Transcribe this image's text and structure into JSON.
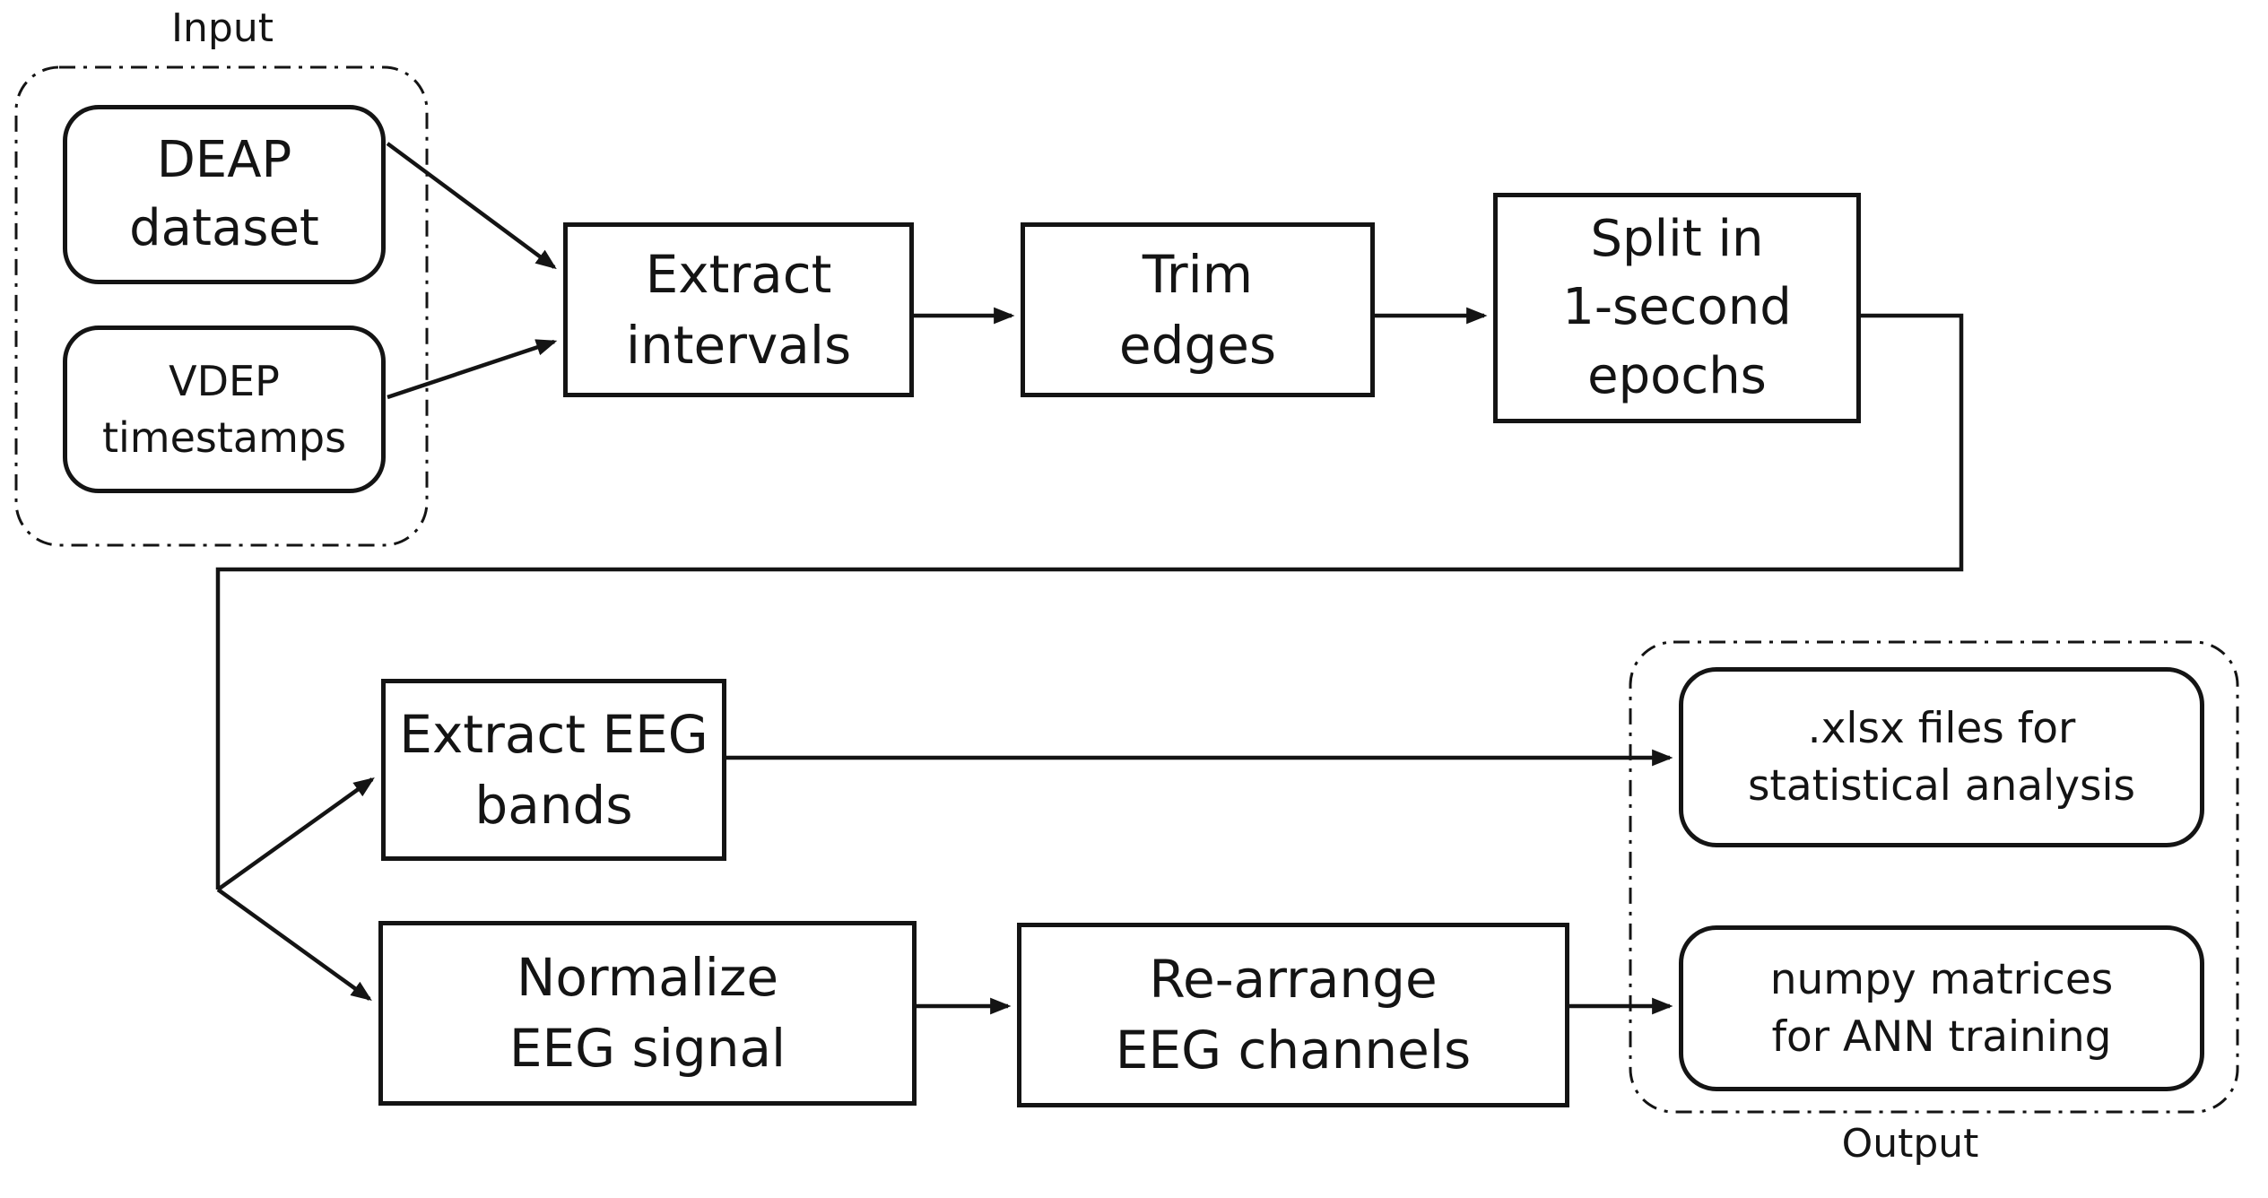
{
  "diagram": {
    "title": "EEG preprocessing pipeline flowchart",
    "background_color": "#ffffff",
    "line_color": "#141414",
    "groups": {
      "input": {
        "label": "Input"
      },
      "output": {
        "label": "Output"
      }
    },
    "nodes": {
      "deap": {
        "label": "DEAP\ndataset"
      },
      "vdep": {
        "label": "VDEP\ntimestamps"
      },
      "extract_intervals": {
        "label": "Extract\nintervals"
      },
      "trim_edges": {
        "label": "Trim\nedges"
      },
      "split_epochs": {
        "label": "Split in\n1-second\nepochs"
      },
      "extract_bands": {
        "label": "Extract EEG\nbands"
      },
      "normalize": {
        "label": "Normalize\nEEG signal"
      },
      "rearrange": {
        "label": "Re-arrange\nEEG channels"
      },
      "xlsx_files": {
        "label": ".xlsx files for\nstatistical analysis"
      },
      "numpy_matrices": {
        "label": "numpy matrices\nfor ANN training"
      }
    }
  }
}
